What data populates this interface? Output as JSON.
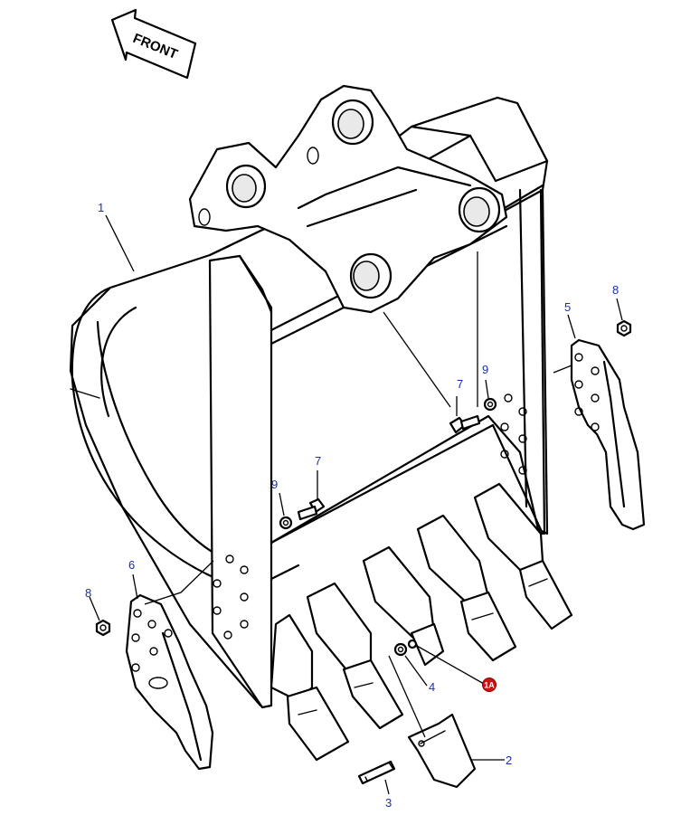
{
  "front_arrow": {
    "label": "FRONT"
  },
  "callouts": {
    "c1": "1",
    "c2": "2",
    "c3": "3",
    "c4": "4",
    "c5": "5",
    "c6": "6",
    "c7a": "7",
    "c7b": "7",
    "c8a": "8",
    "c8b": "8",
    "c9a": "9",
    "c9b": "9",
    "c1a": "1A"
  },
  "colors": {
    "callout": "#1a2fb0",
    "badge": "#d01010",
    "line": "#000000"
  }
}
